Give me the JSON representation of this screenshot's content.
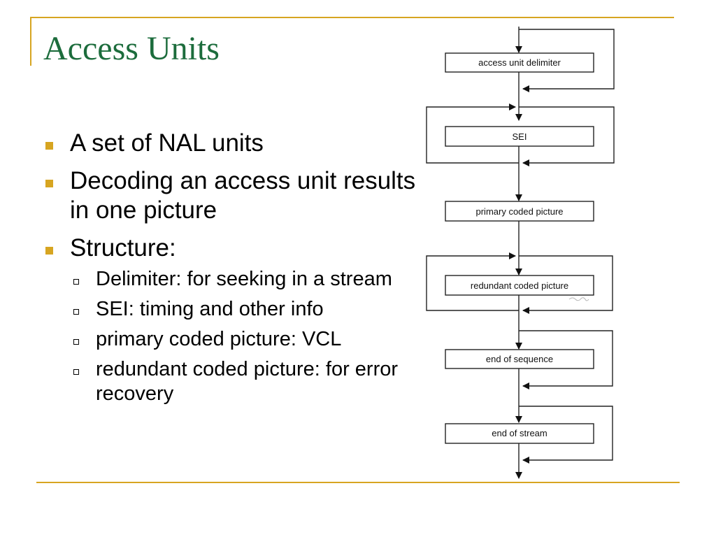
{
  "slide": {
    "title": "Access Units",
    "accent_color": "#d7a521",
    "title_color": "#1c6c3c",
    "bullets": [
      "A set of NAL units",
      "Decoding an access unit results in one picture",
      "Structure:"
    ],
    "sub_bullets": [
      "Delimiter: for seeking in a stream",
      "SEI: timing and other info",
      "primary coded picture: VCL",
      "redundant coded picture: for error recovery"
    ]
  },
  "diagram": {
    "boxes": [
      "access unit delimiter",
      "SEI",
      "primary coded picture",
      "redundant coded picture",
      "end of sequence",
      "end of stream"
    ]
  }
}
